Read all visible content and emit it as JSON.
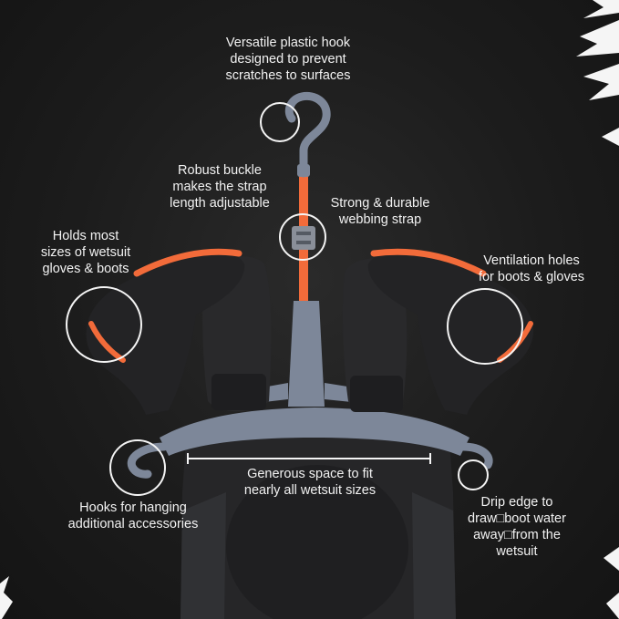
{
  "colors": {
    "background": "#1c1c1c",
    "hanger": "#7d8799",
    "strap": "#f26b3a",
    "neoprene": "#262628",
    "text": "#f2f2f2"
  },
  "callouts": {
    "hook": [
      "Versatile plastic hook",
      "designed to prevent",
      "scratches to surfaces"
    ],
    "buckle": [
      "Robust buckle",
      "makes the strap",
      "length adjustable"
    ],
    "strap": [
      "Strong & durable",
      "webbing strap"
    ],
    "gloves": [
      "Holds most",
      "sizes of wetsuit",
      "gloves & boots"
    ],
    "ventilation": [
      "Ventilation holes",
      "for boots & gloves"
    ],
    "space": [
      "Generous space to fit",
      "nearly all wetsuit sizes"
    ],
    "hooks": [
      "Hooks for hanging",
      "additional accessories"
    ],
    "drip": [
      "Drip edge to",
      "draw□boot water",
      "away□from the",
      "wetsuit"
    ]
  },
  "icons": [
    "hanger-hook",
    "buckle",
    "webbing-strap",
    "glove",
    "boot",
    "wetsuit"
  ]
}
